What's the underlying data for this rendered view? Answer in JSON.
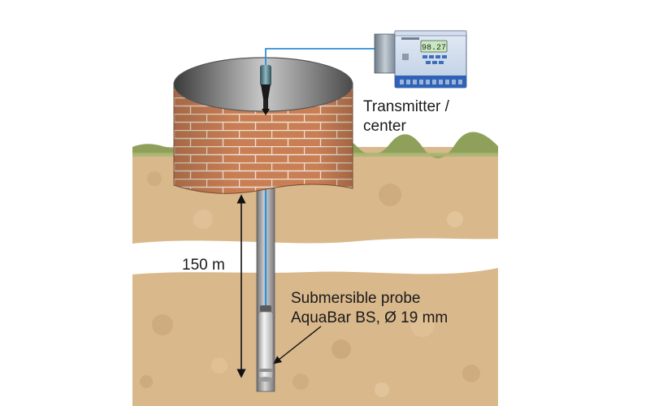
{
  "labels": {
    "transmitter_line1": "Transmitter /",
    "transmitter_line2": "center",
    "depth": "150 m",
    "probe_line1": "Submersible probe",
    "probe_line2": "AquaBar BS, Ø 19 mm"
  },
  "transmitter_display": {
    "reading": "98.27"
  },
  "colors": {
    "soil": "#d9b88c",
    "grass": "#8fa05a",
    "brick": "#c97f55",
    "mortar": "#f0e3d2",
    "cable": "#2f8fd8",
    "housing": "#a9c1dd",
    "display": "#c9e7c1"
  },
  "icons": {
    "well": "brick-well-icon",
    "transmitter": "transmitter-device-icon",
    "probe": "submersible-probe-icon",
    "pipe": "well-pipe-icon"
  }
}
